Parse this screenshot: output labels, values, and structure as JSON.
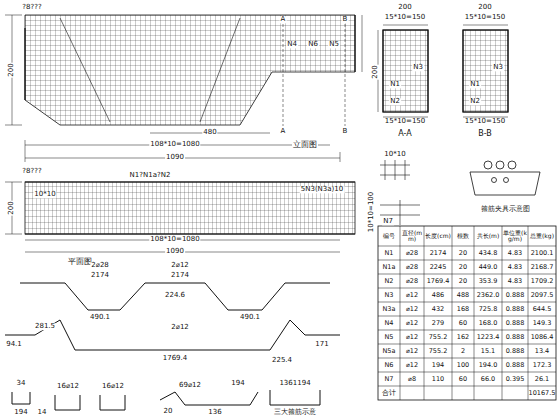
{
  "diagram": {
    "labels": [
      "?8???",
      "200",
      "A",
      "A",
      "B",
      "B",
      "N4",
      "N6",
      "N5",
      "480",
      "108*10=1080",
      "1090",
      "立面图",
      "?8???",
      "N1?N1a?N2",
      "200",
      "10*10",
      "5N3(N3a)10",
      "108*10=1080",
      "1090",
      "平面图",
      "200",
      "15*10=150",
      "200",
      "15*10=150",
      "200",
      "N1",
      "N2",
      "N3",
      "N1",
      "N2",
      "N3",
      "15*10=150",
      "15*10=150",
      "A-A",
      "B-B",
      "10*10",
      "10*10=100",
      "N7",
      "箍筋夹具示意图",
      "2⌀28",
      "2174",
      "2⌀12",
      "2174",
      "490.1",
      "490.1",
      "224.6",
      "94.1",
      "281.5",
      "1769.4",
      "2⌀12",
      "225.4",
      "171",
      "34",
      "194",
      "16⌀12",
      "14",
      "16⌀12",
      "69⌀12",
      "194",
      "136",
      "20",
      "1361194",
      "三大箍筋示意",
      "编号",
      "直径(mm)",
      "长度(cm)",
      "根数",
      "共长(m)",
      "单位重(kg/m)",
      "总重(kg)",
      "N1",
      "⌀28",
      "2174",
      "20",
      "434.8",
      "4.83",
      "2100.1",
      "N1a",
      "⌀28",
      "2245",
      "20",
      "449.0",
      "4.83",
      "2168.7",
      "N2",
      "⌀28",
      "1769.4",
      "20",
      "353.9",
      "4.83",
      "1709.2",
      "N3",
      "⌀12",
      "486",
      "488",
      "2362.0",
      "0.888",
      "2097.5",
      "N3a",
      "⌀12",
      "432",
      "168",
      "725.8",
      "0.888",
      "644.5",
      "N4",
      "⌀12",
      "279",
      "60",
      "168.0",
      "0.888",
      "149.3",
      "N5",
      "⌀12",
      "755.2",
      "162",
      "1223.4",
      "0.888",
      "1086.4",
      "N5a",
      "⌀12",
      "755.2",
      "2",
      "15.1",
      "0.888",
      "13.4",
      "N6",
      "⌀12",
      "194",
      "100",
      "194.0",
      "0.888",
      "172.3",
      "N7",
      "⌀8",
      "110",
      "60",
      "66.0",
      "0.395",
      "26.1",
      "合计",
      "10167.5"
    ]
  }
}
